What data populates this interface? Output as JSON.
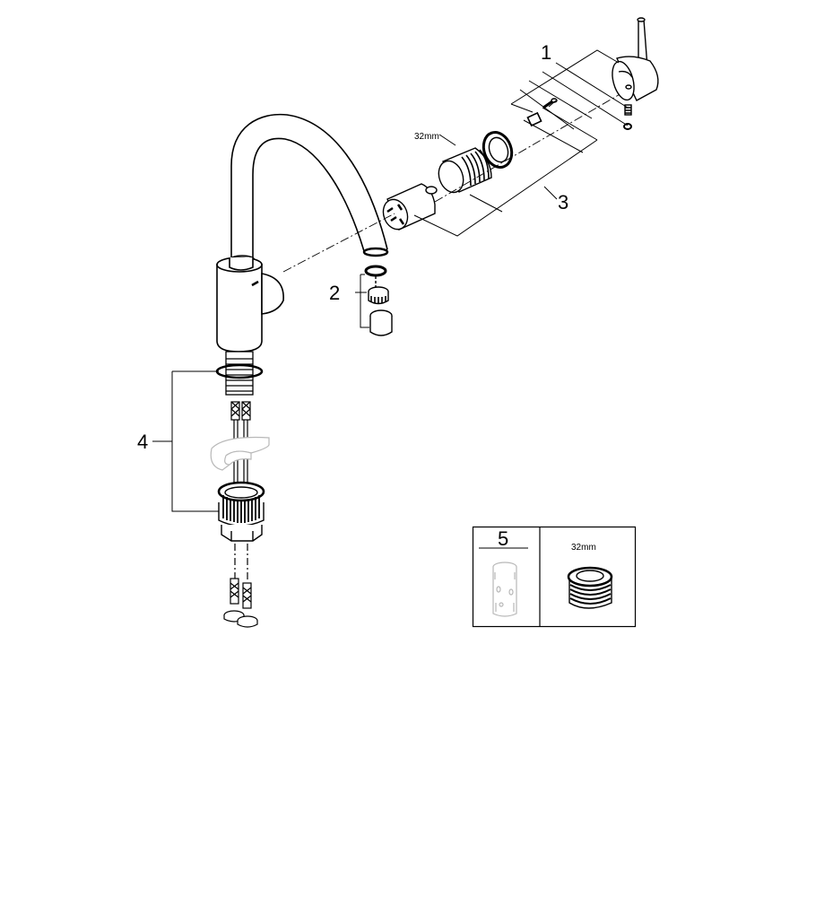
{
  "diagram": {
    "type": "exploded-parts-diagram",
    "subject": "kitchen faucet spare parts",
    "colors": {
      "line": "#000000",
      "ghost_part": "#b8b8b8",
      "background": "#ffffff"
    },
    "callouts": [
      {
        "number": "1",
        "part": "lever handle assembly (handle, set screw, cap)"
      },
      {
        "number": "2",
        "part": "aerator set (seal, aerator insert, aerator housing)"
      },
      {
        "number": "3",
        "part": "cartridge set (cartridge, threaded bonnet 32mm, ring, screw, adapter)"
      },
      {
        "number": "4",
        "part": "mounting set (O-ring, horseshoe washer, mounting nut)"
      },
      {
        "number": "5",
        "part": "cartridge tool / 32mm insert"
      }
    ],
    "dimension_labels": {
      "bonnet": "32mm",
      "inset": "32mm"
    },
    "inset": {
      "left_label": "5",
      "right_label": "32mm"
    }
  }
}
